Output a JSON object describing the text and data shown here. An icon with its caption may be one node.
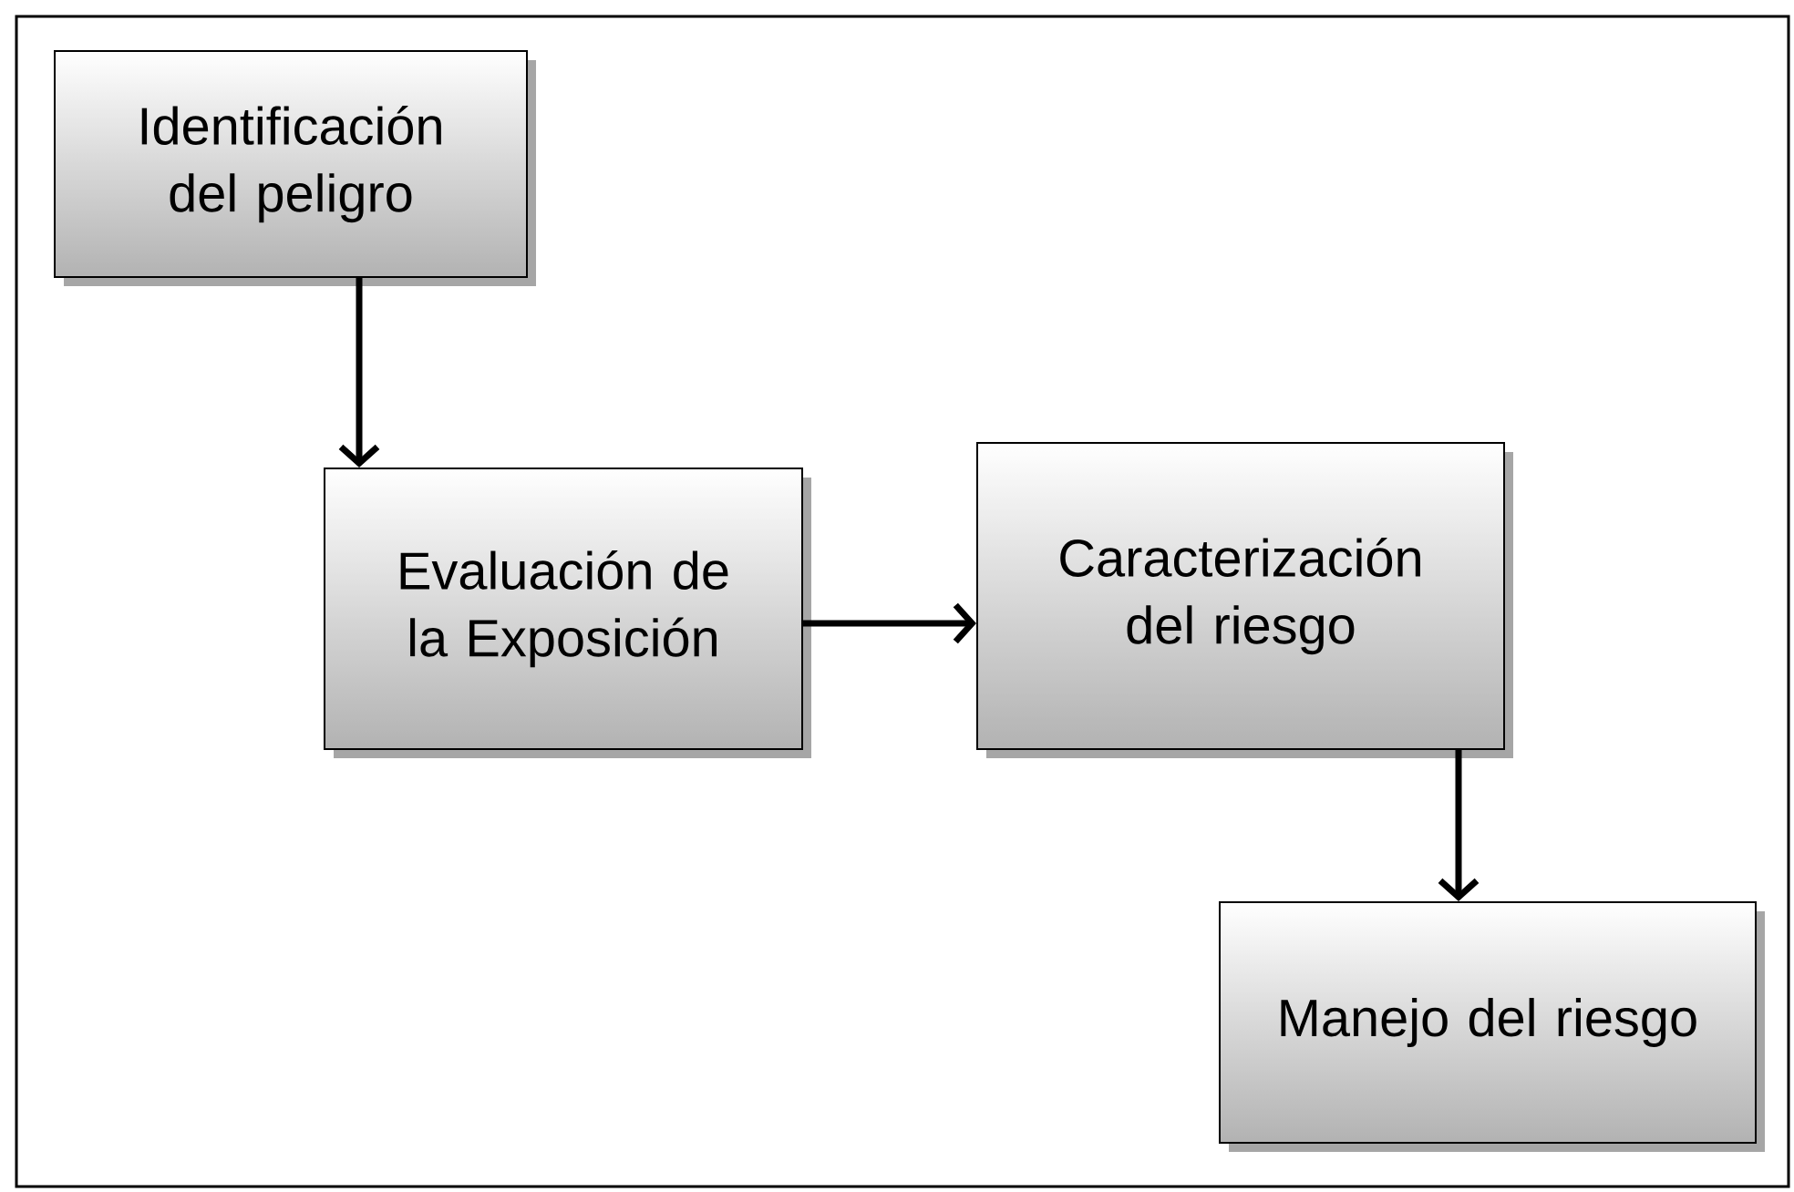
{
  "diagram": {
    "nodes": [
      {
        "text": [
          "Identificación del peligro"
        ]
      },
      {
        "text": [
          "Evaluación de la Exposición"
        ]
      },
      {
        "text": [
          "Caracterización del riesgo"
        ]
      },
      {
        "text": [
          "Manejo del riesgo"
        ]
      }
    ],
    "edges": [
      {
        "from": 0,
        "to": 1,
        "arrow": "to"
      },
      {
        "from": 1,
        "to": 2,
        "arrow": "to"
      },
      {
        "from": 2,
        "to": 3,
        "arrow": "to"
      }
    ]
  }
}
